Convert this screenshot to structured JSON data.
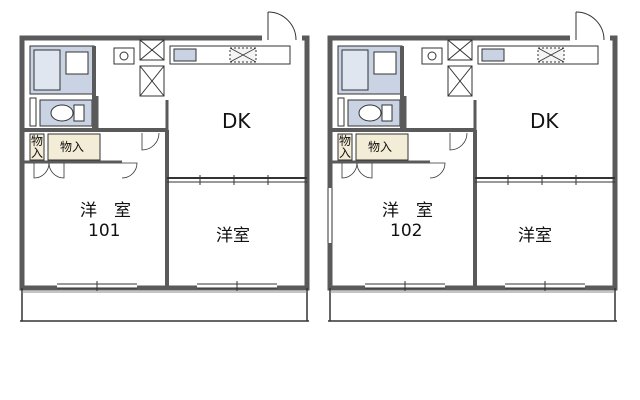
{
  "units": [
    {
      "id": "unit-101",
      "rooms": {
        "dk": "DK",
        "western_room_a": "洋　室",
        "room_number": "101",
        "western_room_b": "洋室",
        "storage_small": "物\n入",
        "storage": "物入"
      }
    },
    {
      "id": "unit-102",
      "rooms": {
        "dk": "DK",
        "western_room_a": "洋　室",
        "room_number": "102",
        "western_room_b": "洋室",
        "storage_small": "物\n入",
        "storage": "物入"
      }
    }
  ],
  "colors": {
    "wall": "#5a5a5a",
    "fixture_fill": "#c9d3e3",
    "storage_fill": "#f3ecd6",
    "line": "#333333"
  }
}
